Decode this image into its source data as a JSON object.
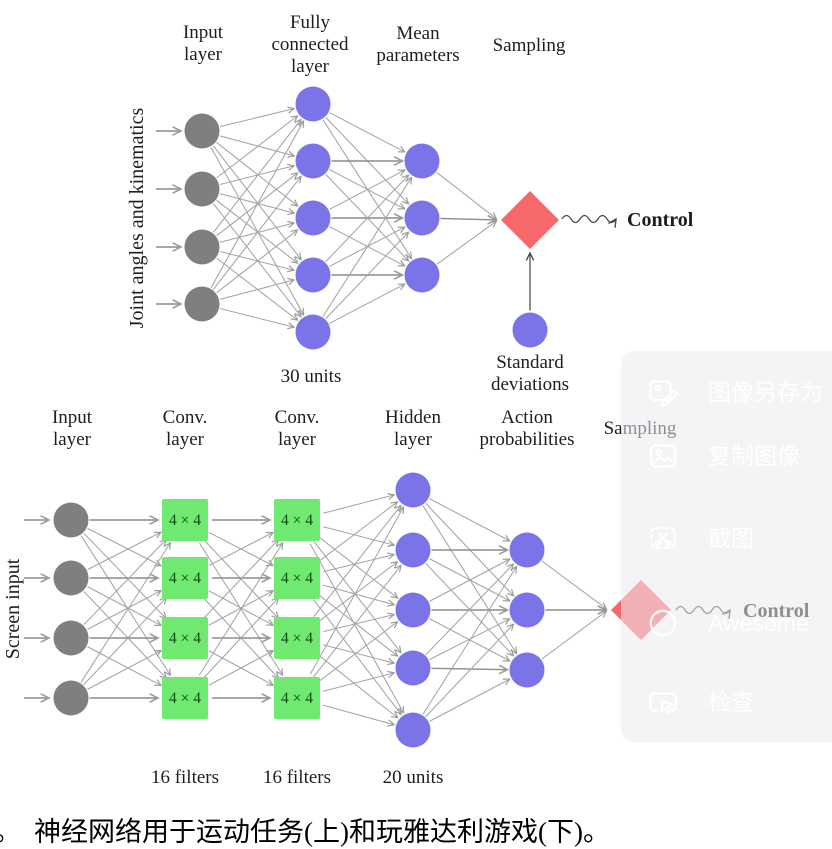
{
  "top_diagram": {
    "col_input_l1": "Input",
    "col_input_l2": "layer",
    "col_fc_l1": "Fully",
    "col_fc_l2": "connected",
    "col_fc_l3": "layer",
    "col_mean_l1": "Mean",
    "col_mean_l2": "parameters",
    "col_sampling": "Sampling",
    "side_label": "Joint angles and kinematics",
    "fc_caption": "30 units",
    "std_l1": "Standard",
    "std_l2": "deviations",
    "control": "Control"
  },
  "bottom_diagram": {
    "col_input_l1": "Input",
    "col_input_l2": "layer",
    "col_conv1_l1": "Conv.",
    "col_conv1_l2": "layer",
    "col_conv2_l1": "Conv.",
    "col_conv2_l2": "layer",
    "col_hidden_l1": "Hidden",
    "col_hidden_l2": "layer",
    "col_action_l1": "Action",
    "col_action_l2": "probabilities",
    "col_sampling": "Sampling",
    "side_label": "Screen input",
    "conv_box_label": "4 × 4",
    "conv1_caption": "16 filters",
    "conv2_caption": "16 filters",
    "hidden_caption": "20 units",
    "control": "Control"
  },
  "caption": {
    "leading": "。",
    "text": "神经网络用于运动任务(上)和玩雅达利游戏(下)。"
  },
  "context_menu": {
    "items": [
      {
        "label": "图像另存为",
        "icon": "save-image-as-icon"
      },
      {
        "label": "复制图像",
        "icon": "copy-image-icon"
      },
      {
        "label": "截图",
        "icon": "screenshot-icon"
      },
      {
        "label": "Awesome",
        "icon": "awesome-icon"
      },
      {
        "label": "检查",
        "icon": "inspect-icon"
      }
    ]
  },
  "colors": {
    "node_blue": "#7b73e8",
    "node_gray": "#7f7f7f",
    "conv_green": "#6fe96f",
    "diamond_red": "#f5696b",
    "edge_gray": "#9c9c9c"
  }
}
